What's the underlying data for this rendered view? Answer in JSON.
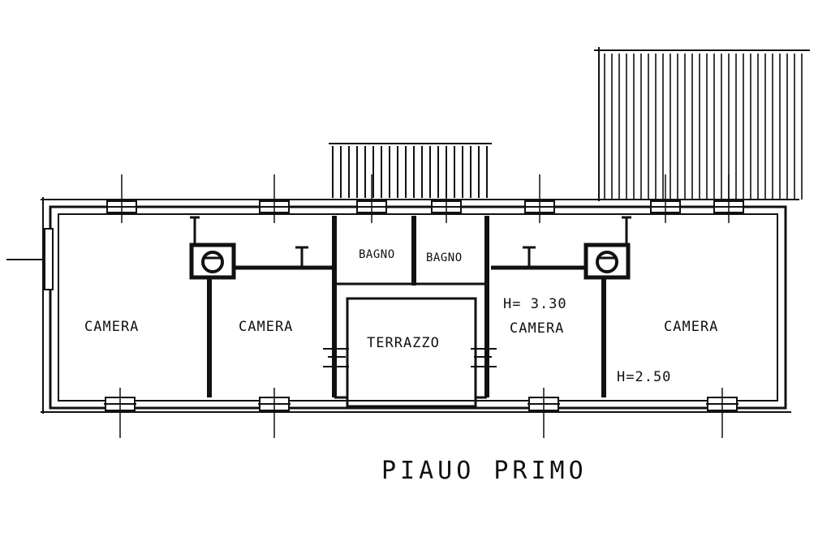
{
  "plan": {
    "title": "PIAUO PRIMO",
    "rooms": [
      {
        "id": "camera-1",
        "label": "CAMERA"
      },
      {
        "id": "camera-2",
        "label": "CAMERA"
      },
      {
        "id": "bagno-1",
        "label": "BAGNO"
      },
      {
        "id": "bagno-2",
        "label": "BAGNO"
      },
      {
        "id": "terrazzo",
        "label": "TERRAZZO"
      },
      {
        "id": "camera-3",
        "label": "CAMERA"
      },
      {
        "id": "camera-4",
        "label": "CAMERA"
      }
    ],
    "heights": [
      {
        "id": "height-1",
        "label": "H= 3.30"
      },
      {
        "id": "height-2",
        "label": "H=2.50"
      }
    ]
  }
}
